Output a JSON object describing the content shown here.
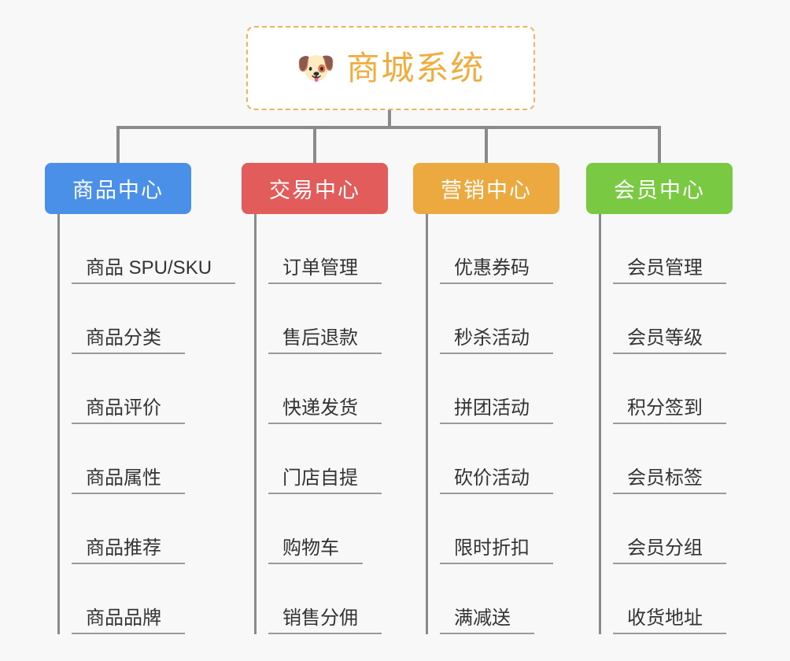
{
  "background_color": "#f8f8f8",
  "root": {
    "icon": "shiba-dog-face-icon",
    "icon_glyph": "🐶",
    "title": "商城系统",
    "title_color": "#f0ad3e",
    "border_color": "#f0b25c",
    "border_style": "dashed"
  },
  "connector_color": "#8a8a8a",
  "branches": [
    {
      "label": "商品中心",
      "color": "#4a90e8",
      "items": [
        "商品 SPU/SKU",
        "商品分类",
        "商品评价",
        "商品属性",
        "商品推荐",
        "商品品牌"
      ]
    },
    {
      "label": "交易中心",
      "color": "#e25c5c",
      "items": [
        "订单管理",
        "售后退款",
        "快递发货",
        "门店自提",
        "购物车",
        "销售分佣"
      ]
    },
    {
      "label": "营销中心",
      "color": "#eba93f",
      "items": [
        "优惠券码",
        "秒杀活动",
        "拼团活动",
        "砍价活动",
        "限时折扣",
        "满减送"
      ]
    },
    {
      "label": "会员中心",
      "color": "#7ac943",
      "items": [
        "会员管理",
        "会员等级",
        "积分签到",
        "会员标签",
        "会员分组",
        "收货地址"
      ]
    }
  ]
}
